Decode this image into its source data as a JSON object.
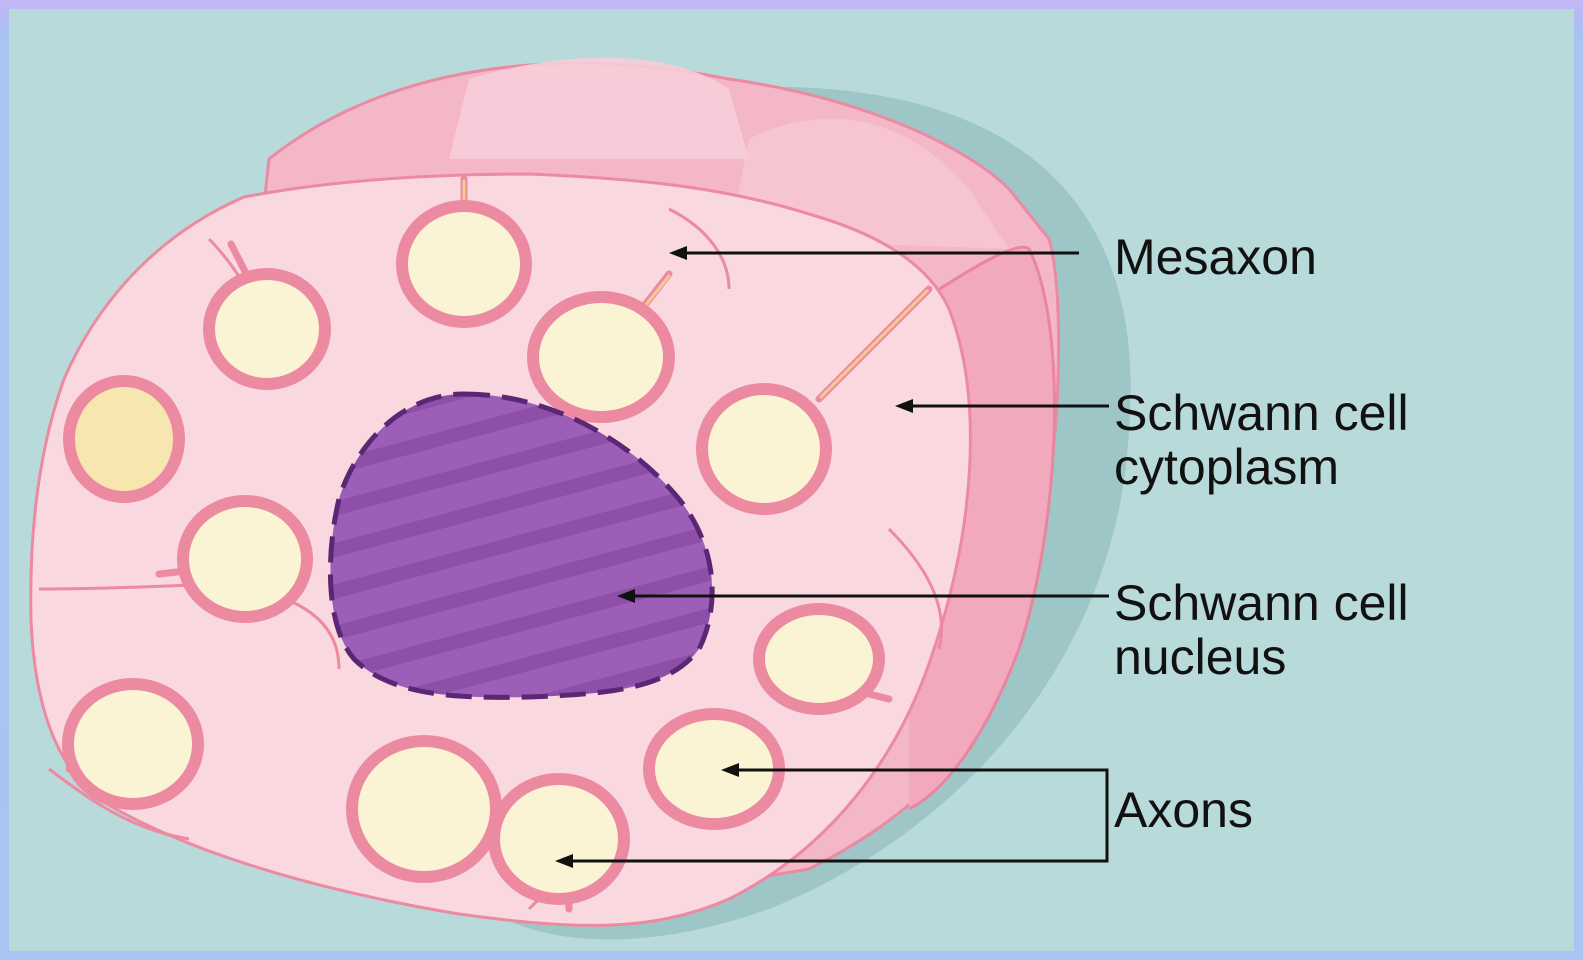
{
  "labels": {
    "mesaxon": "Mesaxon",
    "cytoplasm_line1": "Schwann cell",
    "cytoplasm_line2": "cytoplasm",
    "nucleus_line1": "Schwann cell",
    "nucleus_line2": "nucleus",
    "axons": "Axons"
  },
  "colors": {
    "background": "#b9dadb",
    "border": "#a8c2f2",
    "cell_fill": "#f8d4dd",
    "membrane": "#ee8aa2",
    "axon_fill": "#fbf5d6",
    "nucleus_fill": "#9a5ab3",
    "nucleus_outline": "#5c2a75",
    "shadow": "#9fc7c8",
    "line": "#111111"
  }
}
